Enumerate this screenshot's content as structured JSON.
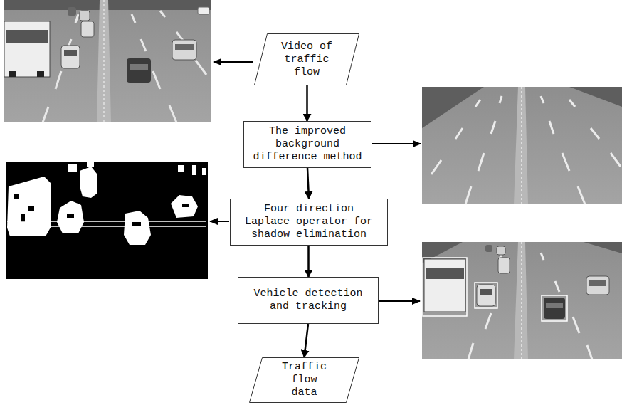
{
  "diagram": {
    "nodes": [
      {
        "text": [
          "Video of traffic flow"
        ]
      },
      {
        "text": [
          "The improved background difference method"
        ]
      },
      {
        "text": [
          "Four direction Laplace operator for shadow elimination"
        ]
      },
      {
        "text": [
          "Vehicle detection and tracking"
        ]
      },
      {
        "text": [
          "Traffic flow data"
        ]
      }
    ],
    "edges": [
      {
        "from": 0,
        "to": 1,
        "arrow": "to"
      },
      {
        "from": 1,
        "to": 2,
        "arrow": "to"
      },
      {
        "from": 2,
        "to": 3,
        "arrow": "to"
      },
      {
        "from": 3,
        "to": 4,
        "arrow": "to"
      }
    ]
  }
}
